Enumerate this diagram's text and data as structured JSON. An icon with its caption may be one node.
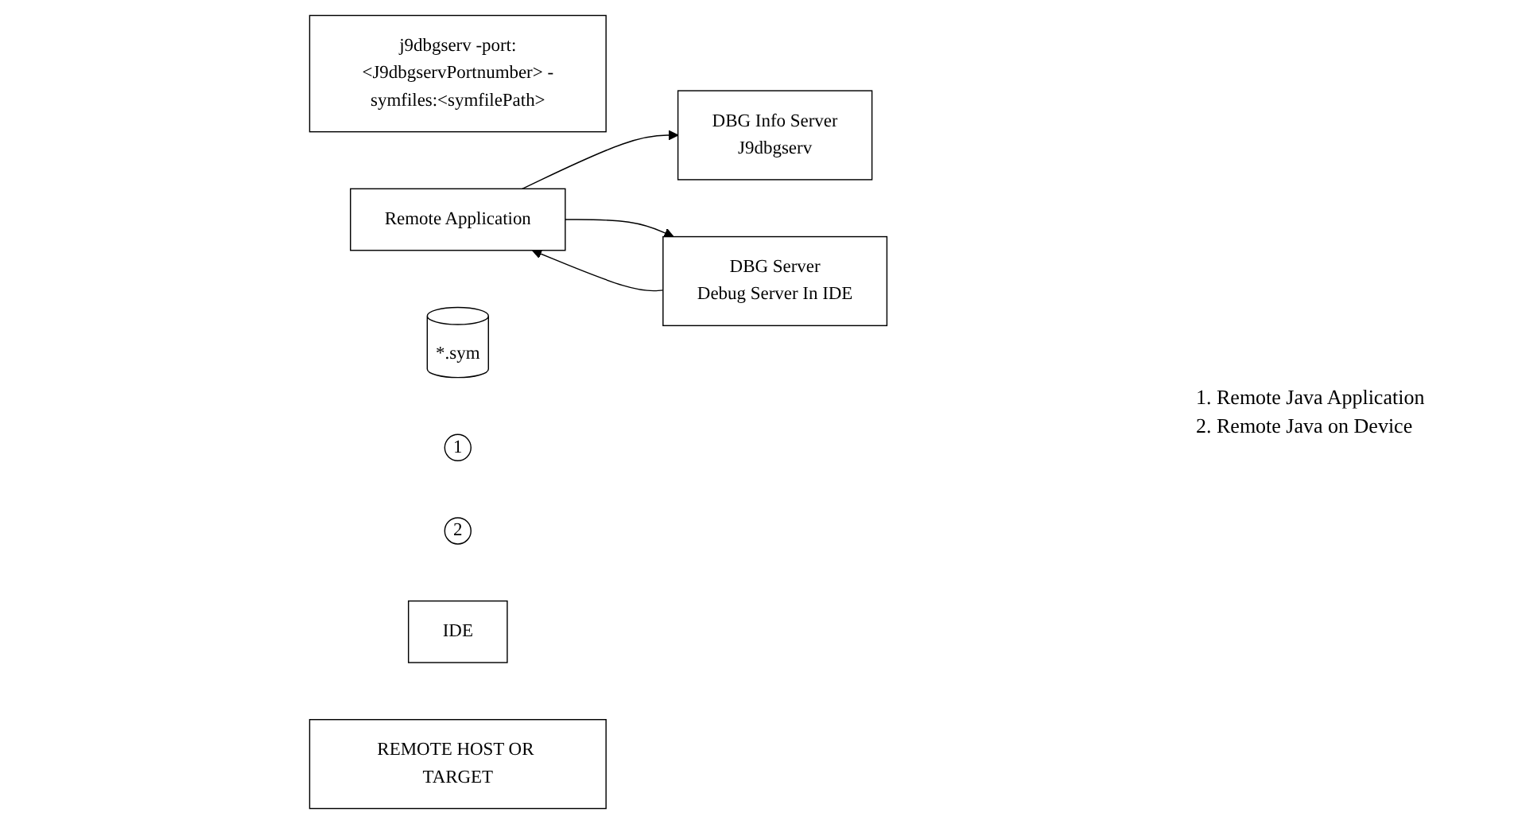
{
  "diagram": {
    "nodes": [
      {
        "text": [
          "j9dbgserv -port:<J9dbgservPortnumber> -symfiles:<symfilePath>"
        ]
      },
      {
        "text": [
          "DBG Info Server",
          "J9dbgserv"
        ]
      },
      {
        "text": [
          "Remote Application"
        ]
      },
      {
        "text": [
          "DBG Server",
          "Debug Server In IDE"
        ]
      },
      {
        "text": [
          "*.sym"
        ]
      },
      {
        "text": [
          "1"
        ]
      },
      {
        "text": [
          "2"
        ]
      },
      {
        "text": [
          "IDE"
        ]
      },
      {
        "text": [
          "REMOTE HOST OR TARGET"
        ]
      }
    ],
    "edges": [
      {
        "from": 2,
        "to": 1,
        "arrow": "to"
      },
      {
        "from": 3,
        "to": 2,
        "arrow": "to"
      },
      {
        "from": 2,
        "to": 3,
        "arrow": "to"
      }
    ],
    "labels": [
      "1. Remote Java Application",
      "2. Remote Java on Device"
    ]
  }
}
